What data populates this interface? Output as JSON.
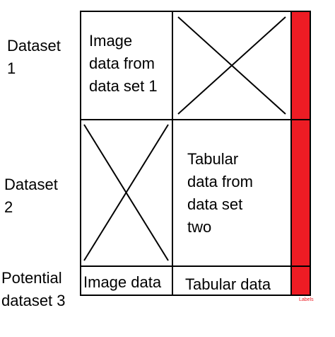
{
  "rows": [
    {
      "label": "Dataset\n1"
    },
    {
      "label": "Dataset\n2"
    },
    {
      "label": "Potential\ndataset 3"
    }
  ],
  "cells": {
    "image_dataset_1": "Image\ndata from\ndata set 1",
    "tabular_dataset_2": "Tabular\ndata from\ndata set\ntwo",
    "image_dataset_3": "Image data",
    "tabular_dataset_3": "Tabular data"
  },
  "labels_column": {
    "caption": "Labels",
    "color": "#ed1c24"
  }
}
